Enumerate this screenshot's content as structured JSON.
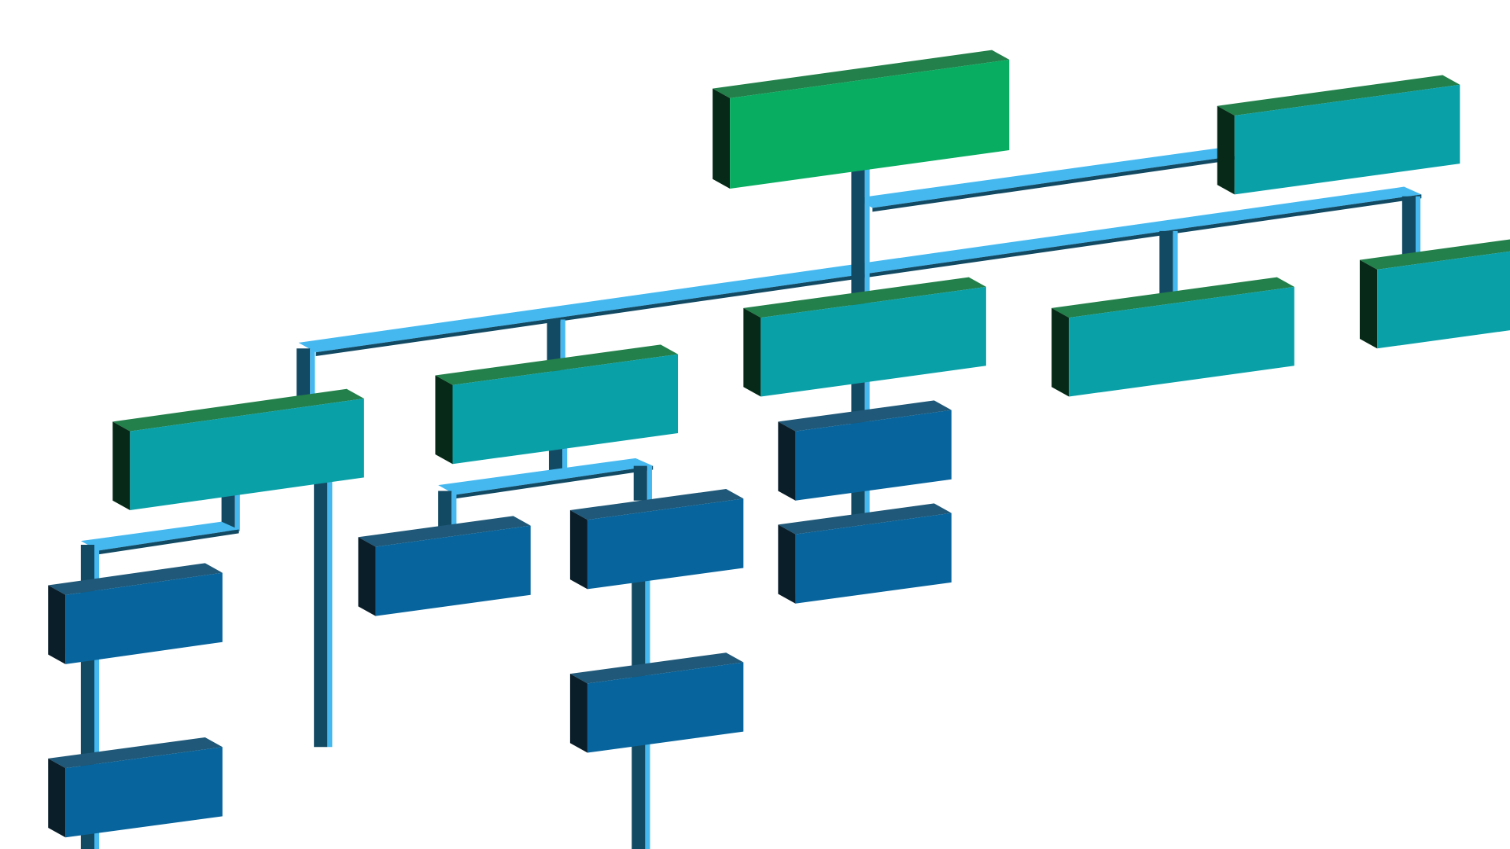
{
  "diagram": {
    "type": "3d-org-chart",
    "levels": [
      {
        "level": 1,
        "color": "green",
        "count": 1
      },
      {
        "level": 2,
        "color": "teal",
        "count": 6
      },
      {
        "level": 3,
        "color": "blue",
        "count": 7
      }
    ]
  },
  "colors": {
    "background": "#ffffff",
    "root_front": "#08ad62",
    "root_top": "#23804a",
    "root_side": "#062a17",
    "teal_front": "#0aa0a8",
    "teal_top": "#23804a",
    "teal_side": "#062a17",
    "blue_front": "#08649c",
    "blue_top": "#1f5878",
    "blue_side": "#0a1e2a",
    "connector_light": "#45b8f0",
    "connector_dark": "#134a63"
  }
}
